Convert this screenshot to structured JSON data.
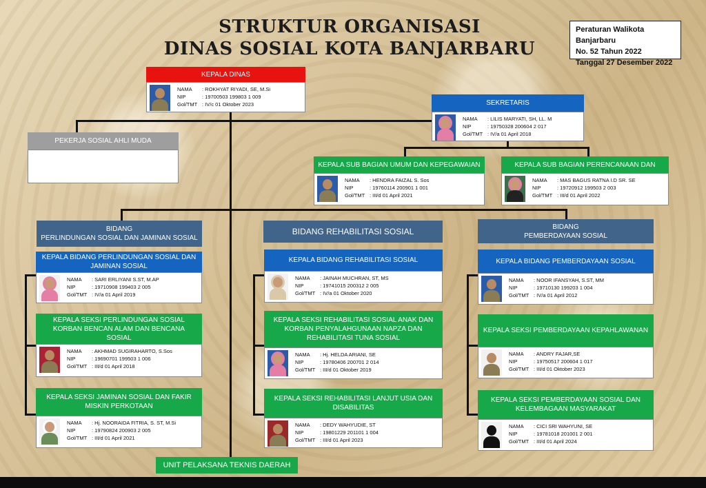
{
  "title": {
    "line1": "STRUKTUR ORGANISASI",
    "line2": "DINAS SOSIAL KOTA BANJARBARU"
  },
  "regulation": {
    "line1": "Peraturan Walikota Banjarbaru",
    "line2": "No. 52 Tahun 2022",
    "line3": "Tanggal 27 Desember 2022"
  },
  "labels": {
    "nama": "NAMA",
    "nip": "NIP",
    "gol": "Gol/TMT"
  },
  "kepala": {
    "title": "KEPALA DINAS",
    "nama": ": ROKHYAT RIYADI, SE, M.Si",
    "nip": ": 19700503 199803 1 009",
    "gol": ": IV/c 01 Oktober 2023"
  },
  "sekretaris": {
    "title": "SEKRETARIS",
    "nama": ": LILIS MARYATI, SH, LL. M",
    "nip": ": 19750328 200604 2 017",
    "gol": ": IV/a 01 April 2018"
  },
  "pekerja": {
    "title": "PEKERJA SOSIAL AHLI MUDA"
  },
  "subbag_umum": {
    "title": "KEPALA SUB BAGIAN UMUM DAN KEPEGAWAIAN",
    "nama": ": HENDRA FAIZAL S. Sos",
    "nip": ": 19760114 200901 1 001",
    "gol": ": III/d 01 April 2021"
  },
  "subbag_perencanaan": {
    "title": "KEPALA SUB BAGIAN PERENCANAAN DAN",
    "nama": ": MAS BAGUS RATNA I.D SR. SE",
    "nip": ": 19720912 199503 2 003",
    "gol": ": III/d 01 April 2022"
  },
  "bidang1": {
    "title1": "BIDANG",
    "title2": "PERLINDUNGAN SOSIAL DAN JAMINAN SOSIAL",
    "kabid": {
      "title": "KEPALA BIDANG PERLINDUNGAN SOSIAL DAN JAMINAN SOSIAL",
      "nama": ": SARI ERLIYANI S.ST, M.AP",
      "nip": ": 19710908 199403 2 005",
      "gol": ": IV/a 01 April 2019"
    },
    "seksi1": {
      "title": "KEPALA SEKSI PERLINDUNGAN SOSIAL KORBAN BENCAN ALAM DAN BENCANA SOSIAL",
      "nama": ": AKHMAD SUGIRAHARTO, S.Sos",
      "nip": ": 19690701 199503 1 006",
      "gol": ": III/d 01 April 2018"
    },
    "seksi2": {
      "title": "KEPALA SEKSI JAMINAN SOSIAL DAN FAKIR MISKIN PERKOTAAN",
      "nama": ": Hj. NOORAIDA FITRIA, S. ST, M.Si",
      "nip": ": 19790824 200903 2 005",
      "gol": ": III/d 01 April 2021"
    }
  },
  "bidang2": {
    "title": "BIDANG REHABILITASI SOSIAL",
    "kabid": {
      "title": "KEPALA BIDANG REHABILITASI SOSIAL",
      "nama": ": JAINAH MUCHRAN, ST, MS",
      "nip": ": 19741015 200312 2 005",
      "gol": ": IV/a 01 Oktober 2020"
    },
    "seksi1": {
      "title": "KEPALA SEKSI REHABILITASI SOSIAL ANAK DAN KORBAN PENYALAHGUNAAN NAPZA DAN REHABILITASI TUNA SOSIAL",
      "nama": ": Hj. HELDA ARIANI, SE",
      "nip": ": 19780406 200701 2 014",
      "gol": ": III/d 01 Oktober 2019"
    },
    "seksi2": {
      "title": "KEPALA SEKSI REHABILITASI LANJUT USIA DAN DISABILITAS",
      "nama": ": DEDY WAHYUDIE, ST",
      "nip": ": 19801229 201101 1 004",
      "gol": ": III/d 01 April 2023"
    }
  },
  "bidang3": {
    "title1": "BIDANG",
    "title2": "PEMBERDAYAAN SOSIAL",
    "kabid": {
      "title": "KEPALA BIDANG PEMBERDAYAAN SOSIAL",
      "nama": ": NOOR IFANSYAH, S.ST, MM",
      "nip": ": 19710130 199203 1 004",
      "gol": ": IV/a 01 April 2012"
    },
    "seksi1": {
      "title": "KEPALA SEKSI PEMBERDAYAAN KEPAHLAWANAN",
      "nama": ": ANDRY FAJAR,SE",
      "nip": ": 19750517 200604 1 017",
      "gol": ": III/d 01 Oktober 2023"
    },
    "seksi2": {
      "title": "KEPALA SEKSI PEMBERDAYAAN SOSIAL DAN KELEMBAGAAN MASYARAKAT",
      "nama": ": CICI SRI WAHYUNI, SE",
      "nip": ": 19781018 201001 2 001",
      "gol": ": III/d 01 April 2024"
    }
  },
  "upt": "UNIT PELAKSANA TEKNIS DAERAH"
}
